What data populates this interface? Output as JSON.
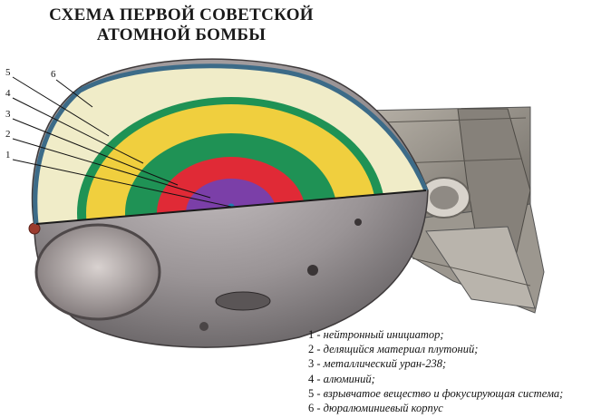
{
  "title": {
    "line1": "СХЕМА ПЕРВОЙ СОВЕТСКОЙ",
    "line2": "АТОМНОЙ БОМБЫ"
  },
  "callouts": [
    "1",
    "2",
    "3",
    "4",
    "5",
    "6"
  ],
  "legend": [
    {
      "num": "1",
      "text": "- нейтронный инициатор;"
    },
    {
      "num": "2",
      "text": "- делящийся материал плутоний;"
    },
    {
      "num": "3",
      "text": "- металлический уран-238;"
    },
    {
      "num": "4",
      "text": "- алюминий;"
    },
    {
      "num": "5",
      "text": "- взрывчатое вещество и фокусирующая система;"
    },
    {
      "num": "6",
      "text": "- дюралюминиевый корпус"
    }
  ],
  "colors": {
    "initiator": "#1e7fb0",
    "plutonium": "#7b3fa8",
    "uranium": "#e02a36",
    "aluminum": "#1f9255",
    "explosive": "#f0cf3e",
    "casing": "#f0ecc8",
    "shell_edge": "#3c6b88",
    "body_metal": "#9a9496"
  }
}
